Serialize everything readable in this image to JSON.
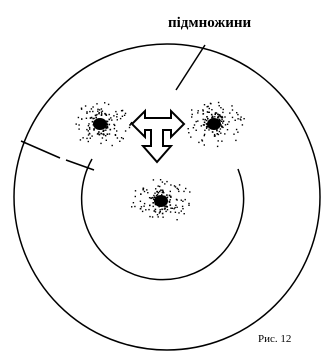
{
  "figure": {
    "label": "підмножини",
    "caption": "Рис. 12"
  },
  "colors": {
    "ink": "#000000",
    "paper": "#ffffff"
  },
  "icons": {
    "arrow": "double-headed-arrow-with-down-stem"
  }
}
